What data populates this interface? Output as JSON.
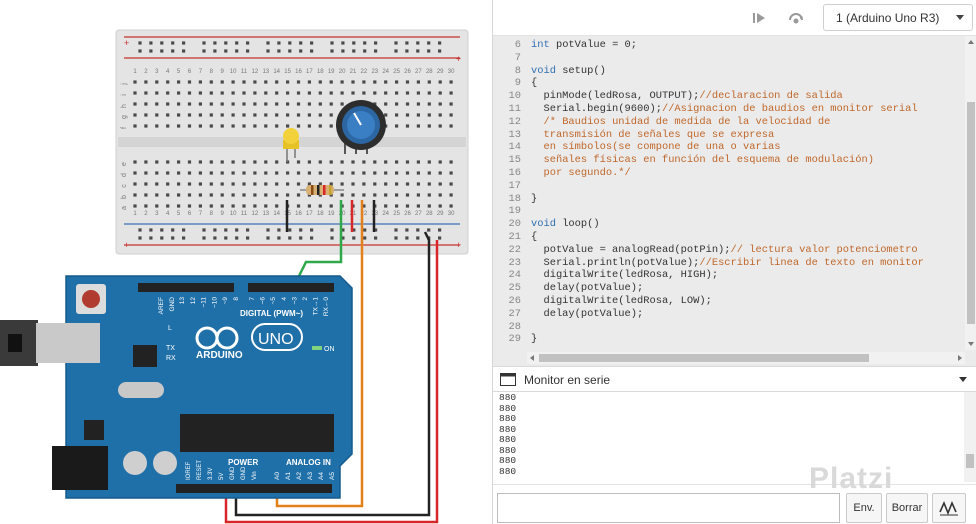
{
  "board": {
    "brand": "ARDUINO",
    "model": "UNO",
    "digital_header": "DIGITAL (PWM~)",
    "power_header": "POWER",
    "analog_header": "ANALOG IN",
    "on_label": "ON",
    "l_label": "L",
    "tx_label": "TX",
    "rx_label": "RX",
    "aref_label": "AREF",
    "gnd_label": "GND",
    "digital_pins": [
      "13",
      "12",
      "~11",
      "~10",
      "~9",
      "8",
      "7",
      "~6",
      "~5",
      "4",
      "~3",
      "2",
      "TX→1",
      "RX←0"
    ],
    "power_pins": [
      "IOREF",
      "RESET",
      "3.3V",
      "5V",
      "GND",
      "GND",
      "Vin"
    ],
    "analog_pins": [
      "A0",
      "A1",
      "A2",
      "A3",
      "A4",
      "A5"
    ]
  },
  "breadboard": {
    "row_letters_top": [
      "j",
      "i",
      "h",
      "g",
      "f"
    ],
    "row_letters_bottom": [
      "e",
      "d",
      "c",
      "b",
      "a"
    ],
    "column_numbers": [
      "1",
      "2",
      "3",
      "4",
      "5",
      "6",
      "7",
      "8",
      "9",
      "10",
      "11",
      "12",
      "13",
      "14",
      "15",
      "16",
      "17",
      "18",
      "19",
      "20",
      "21",
      "22",
      "23",
      "24",
      "25",
      "26",
      "27",
      "28",
      "29",
      "30"
    ]
  },
  "toolbar": {
    "device": "1 (Arduino Uno R3)",
    "step_icon": "step-over-icon",
    "debug_icon": "debugger-icon"
  },
  "editor": {
    "lines": [
      {
        "n": "6",
        "html": "<span class='kw'>int</span> potValue = 0;"
      },
      {
        "n": "7",
        "html": ""
      },
      {
        "n": "8",
        "html": "<span class='kw'>void</span> setup()"
      },
      {
        "n": "9",
        "html": "{"
      },
      {
        "n": "10",
        "html": "  pinMode(ledRosa, OUTPUT);<span class='cm'>//declaracion de salida</span>"
      },
      {
        "n": "11",
        "html": "  Serial.begin(9600);<span class='cm'>//Asignacion de baudios en monitor serial</span>"
      },
      {
        "n": "12",
        "html": "  <span class='cm'>/* Baudios unidad de medida de la velocidad de</span>"
      },
      {
        "n": "13",
        "html": "  <span class='cm'>transmisión de señales que se expresa</span>"
      },
      {
        "n": "14",
        "html": "  <span class='cm'>en símbolos(se compone de una o varias</span>"
      },
      {
        "n": "15",
        "html": "  <span class='cm'>señales físicas en función del esquema de modulación)</span>"
      },
      {
        "n": "16",
        "html": "  <span class='cm'>por segundo.*/</span>"
      },
      {
        "n": "17",
        "html": ""
      },
      {
        "n": "18",
        "html": "}"
      },
      {
        "n": "19",
        "html": ""
      },
      {
        "n": "20",
        "html": "<span class='kw'>void</span> loop()"
      },
      {
        "n": "21",
        "html": "{"
      },
      {
        "n": "22",
        "html": "  potValue = analogRead(potPin);<span class='cm'>// lectura valor potenciometro</span>"
      },
      {
        "n": "23",
        "html": "  Serial.println(potValue);<span class='cm'>//Escribir linea de texto en monitor</span>"
      },
      {
        "n": "24",
        "html": "  digitalWrite(ledRosa, HIGH);"
      },
      {
        "n": "25",
        "html": "  delay(potValue);"
      },
      {
        "n": "26",
        "html": "  digitalWrite(ledRosa, LOW);"
      },
      {
        "n": "27",
        "html": "  delay(potValue);"
      },
      {
        "n": "28",
        "html": ""
      },
      {
        "n": "29",
        "html": "}"
      }
    ]
  },
  "serial": {
    "title": "Monitor en serie",
    "output": [
      "880",
      "880",
      "880",
      "880",
      "880",
      "880",
      "880",
      "880"
    ],
    "input_placeholder": "",
    "send_label": "Env.",
    "clear_label": "Borrar",
    "graph_icon": "graph-icon"
  },
  "watermark": "Platzi",
  "colors": {
    "board_blue": "#1f6fa8",
    "breadboard": "#e6e6e6",
    "wire_green": "#2ea84a",
    "wire_orange": "#e2801a",
    "wire_red": "#d8262b",
    "wire_black": "#222222",
    "keyword": "#2f6fb1",
    "comment": "#c0672a"
  }
}
